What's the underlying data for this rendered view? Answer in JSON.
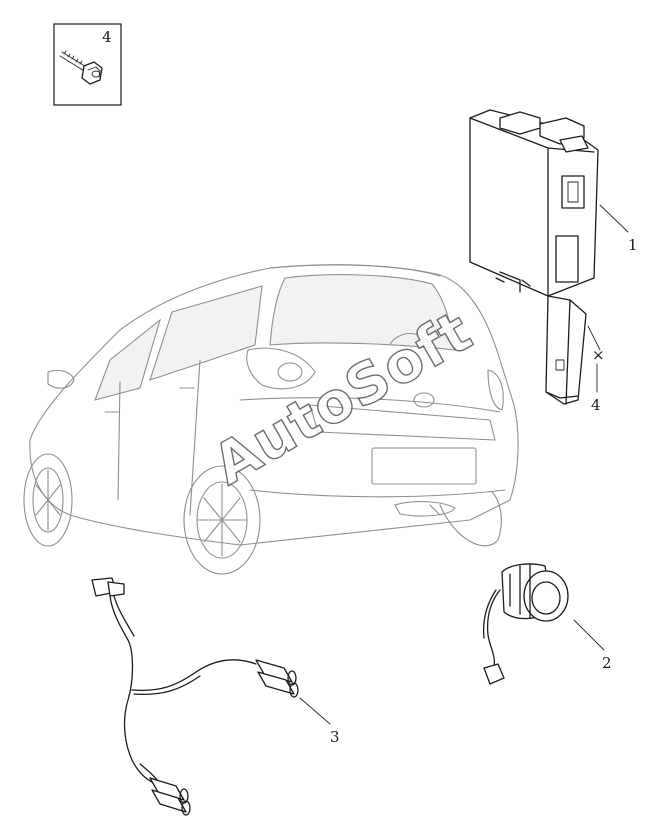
{
  "labels": {
    "control_module": "1",
    "parking_sensor": "2",
    "wiring_harness": "3",
    "bolt_callout": "4",
    "bolt_inset": "4",
    "multiplier": "×"
  },
  "watermark": "AutoSoft"
}
